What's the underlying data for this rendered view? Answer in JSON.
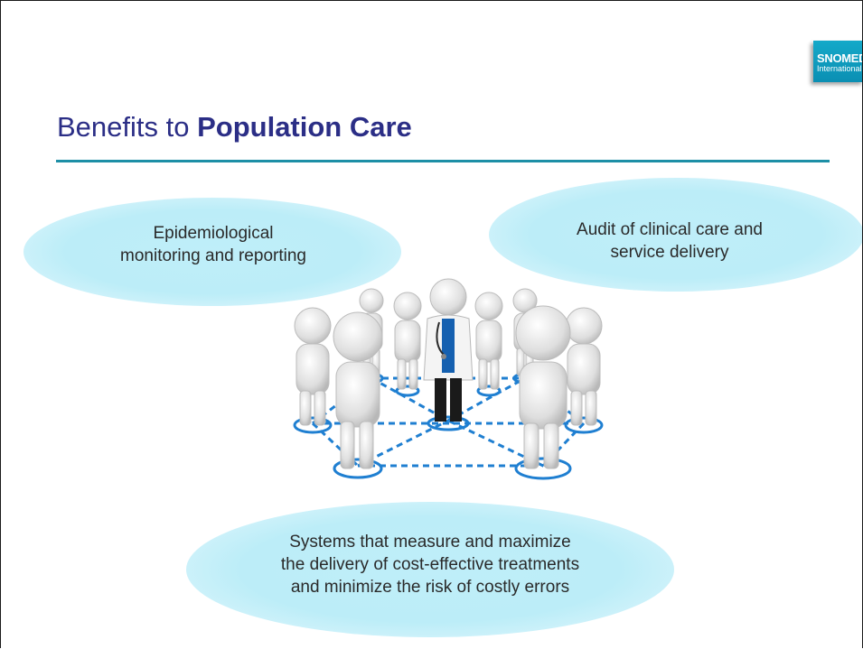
{
  "logo": {
    "main": "SNOMED",
    "sub": "International"
  },
  "title": {
    "normal": "Benefits to ",
    "bold": "Population Care"
  },
  "bubbles": {
    "left": {
      "line1": "Epidemiological",
      "line2": "monitoring and reporting"
    },
    "right": {
      "line1": "Audit of clinical care and",
      "line2": "service delivery"
    },
    "bottom": {
      "line1": "Systems that measure and maximize",
      "line2": "the delivery of cost-effective treatments",
      "line3": "and minimize the risk of costly errors"
    }
  },
  "colors": {
    "title": "#2b2e86",
    "rule": "#1d8fa6",
    "bubble": "#bcedf8",
    "network": "#1f7fd1",
    "logo": "#0f9dc0"
  }
}
